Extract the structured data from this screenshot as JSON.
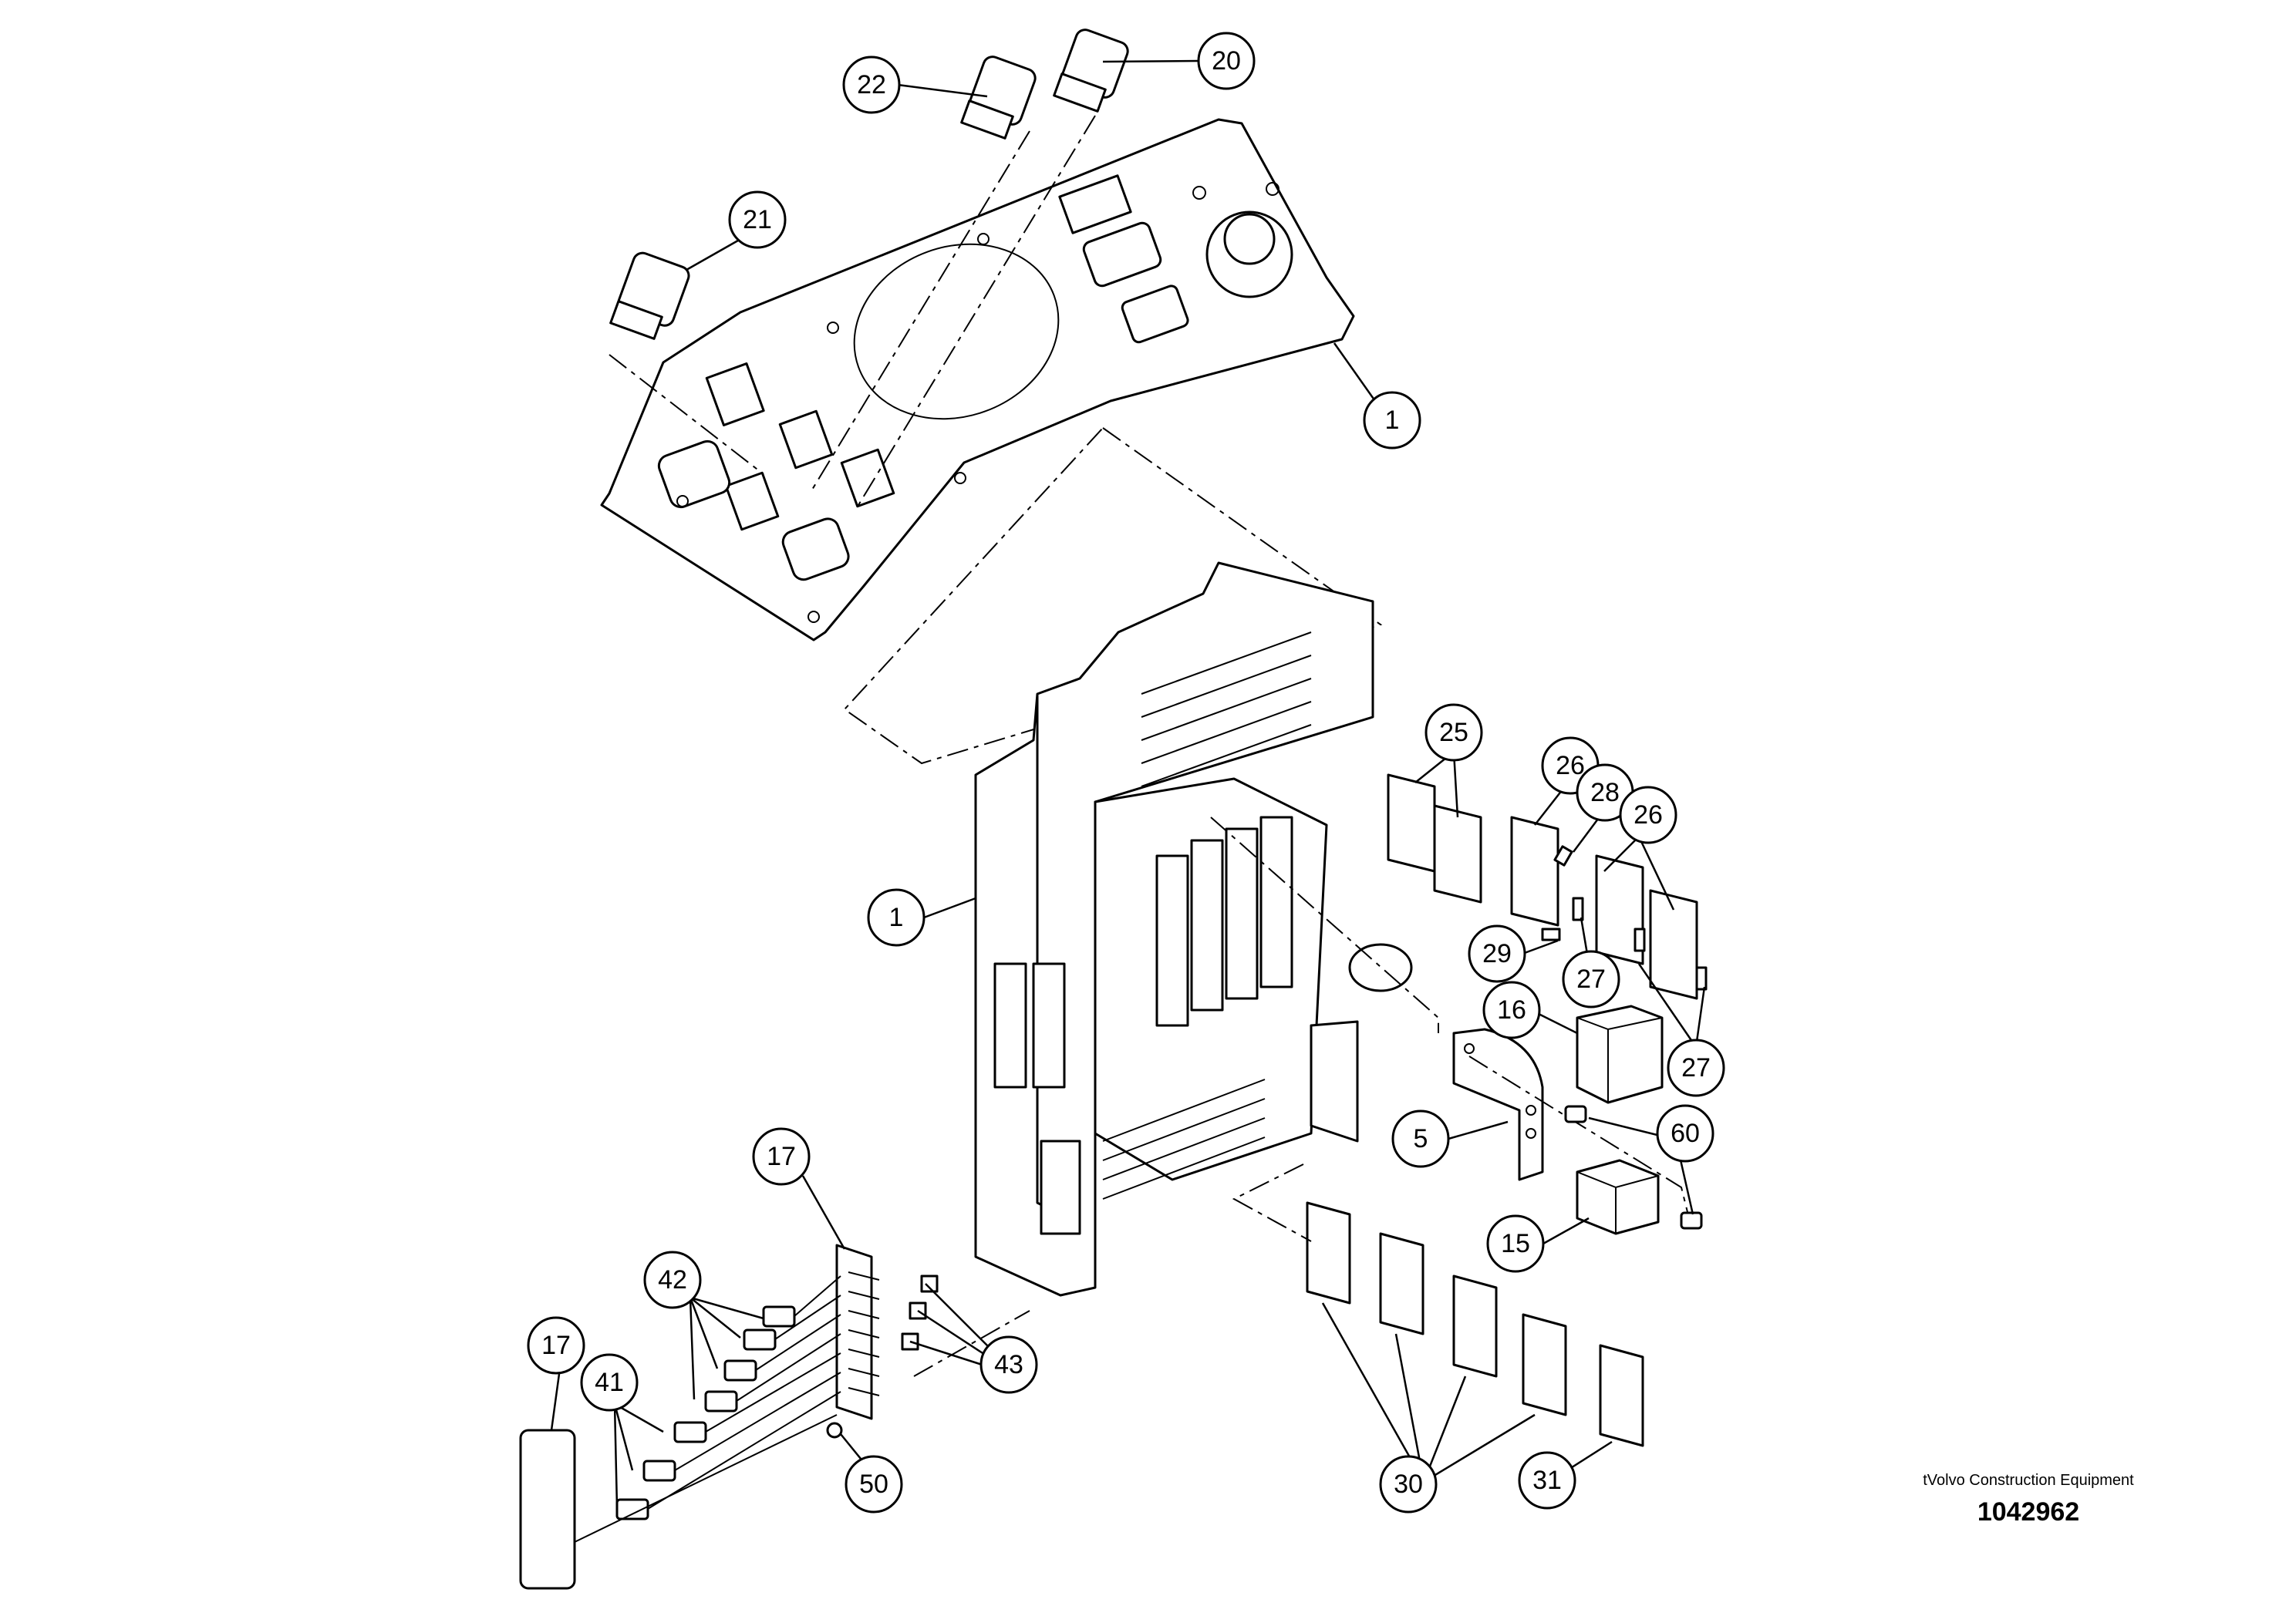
{
  "callouts": {
    "c20": "20",
    "c22": "22",
    "c21": "21",
    "c1a": "1",
    "c1b": "1",
    "c25": "25",
    "c26a": "26",
    "c28": "28",
    "c26b": "26",
    "c29": "29",
    "c27a": "27",
    "c16": "16",
    "c27b": "27",
    "c5": "5",
    "c60": "60",
    "c15": "15",
    "c17a": "17",
    "c42": "42",
    "c43": "43",
    "c17b": "17",
    "c41": "41",
    "c50": "50",
    "c30": "30",
    "c31": "31"
  },
  "credit": {
    "company": "tVolvo Construction Equipment",
    "document_number": "1042962"
  }
}
